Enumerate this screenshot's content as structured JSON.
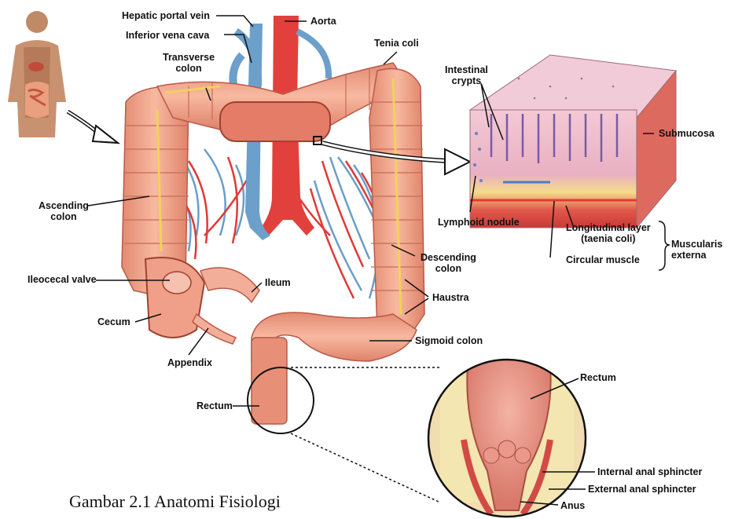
{
  "labels": {
    "hepatic_portal_vein": "Hepatic portal vein",
    "aorta": "Aorta",
    "inferior_vena_cava": "Inferior vena cava",
    "transverse_colon": "Transverse\ncolon",
    "tenia_coli": "Tenia coli",
    "intestinal_crypts": "Intestinal\ncrypts",
    "submucosa": "Submucosa",
    "ascending_colon": "Ascending\ncolon",
    "lymphoid_nodule": "Lymphoid nodule",
    "longitudinal_layer": "Longitudinal layer\n(taenia coli)",
    "muscularis_externa": "Muscularis\nexterna",
    "circular_muscle": "Circular muscle",
    "descending_colon": "Descending\ncolon",
    "ileocecal_valve": "Ileocecal valve",
    "ileum": "Ileum",
    "haustra": "Haustra",
    "cecum": "Cecum",
    "sigmoid_colon": "Sigmoid colon",
    "appendix": "Appendix",
    "rectum_main": "Rectum",
    "rectum_inset": "Rectum",
    "internal_anal_sphincter": "Internal anal sphincter",
    "external_anal_sphincter": "External anal sphincter",
    "anus": "Anus"
  },
  "caption": "Gambar 2.1 Anatomi Fisiologi",
  "colors": {
    "colon": "#f0a080",
    "colon_dark": "#c8604c",
    "artery": "#e03a36",
    "vein": "#6a9ec8",
    "fat": "#f2d25a",
    "mucosa": "#e8b8c8"
  }
}
